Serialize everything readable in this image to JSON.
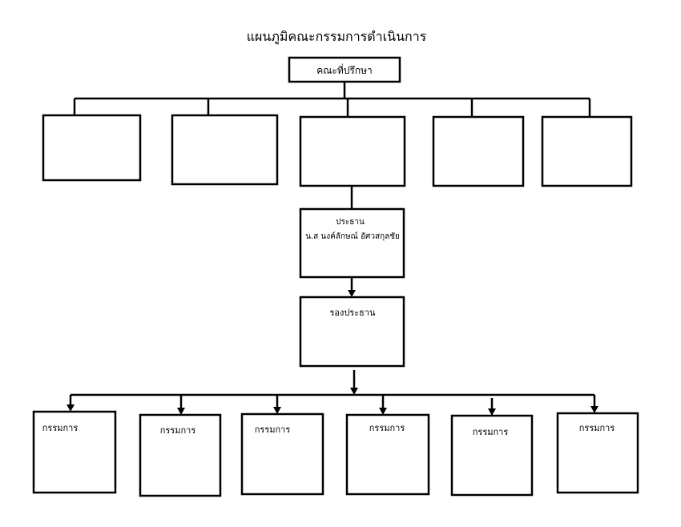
{
  "title": "แผนภูมิคณะกรรมการดำเนินการ",
  "advisors": {
    "label": "คณะที่ปรึกษา"
  },
  "chair": {
    "role": "ประธาน",
    "name": "น.ส นงค์ลักษณ์ อัศวสกุลชัย"
  },
  "vice_chair": {
    "role": "รองประธาน"
  },
  "committee": [
    {
      "label": "กรรมการ"
    },
    {
      "label": "กรรมการ"
    },
    {
      "label": "กรรมการ"
    },
    {
      "label": "กรรมการ"
    },
    {
      "label": "กรรมการ"
    },
    {
      "label": "กรรมการ"
    }
  ]
}
